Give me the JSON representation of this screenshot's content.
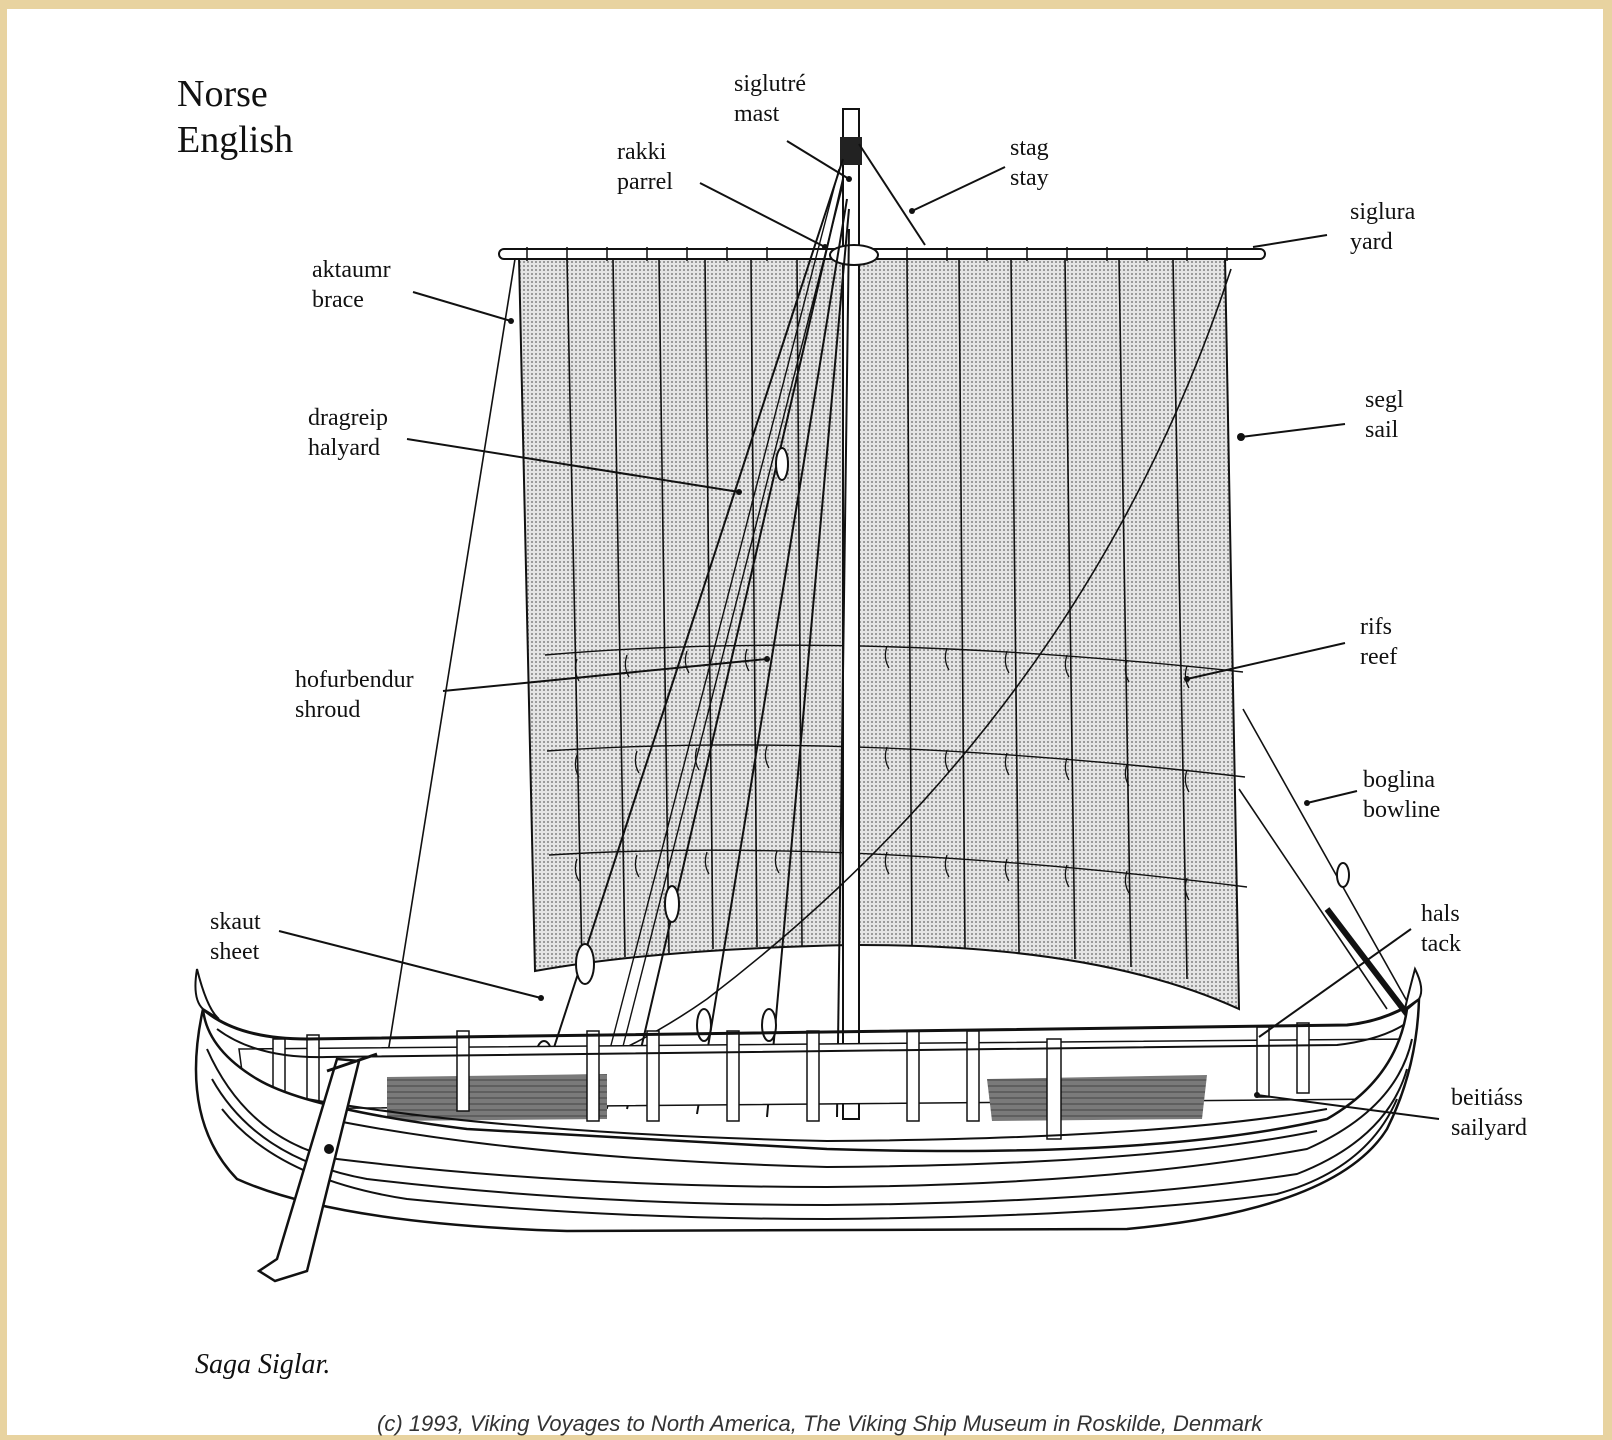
{
  "legend": {
    "norse": "Norse",
    "english": "English"
  },
  "labels": [
    {
      "id": "mast",
      "norse": "siglutré",
      "english": "mast"
    },
    {
      "id": "parrel",
      "norse": "rakki",
      "english": "parrel"
    },
    {
      "id": "stay",
      "norse": "stag",
      "english": "stay"
    },
    {
      "id": "yard",
      "norse": "siglura",
      "english": "yard"
    },
    {
      "id": "brace",
      "norse": "aktaumr",
      "english": "brace"
    },
    {
      "id": "halyard",
      "norse": "dragreip",
      "english": "halyard"
    },
    {
      "id": "sail",
      "norse": "segl",
      "english": "sail"
    },
    {
      "id": "reef",
      "norse": "rifs",
      "english": "reef"
    },
    {
      "id": "shroud",
      "norse": "hofurbendur",
      "english": "shroud"
    },
    {
      "id": "bowline",
      "norse": "boglina",
      "english": "bowline"
    },
    {
      "id": "tack",
      "norse": "hals",
      "english": "tack"
    },
    {
      "id": "sheet",
      "norse": "skaut",
      "english": "sheet"
    },
    {
      "id": "sailyard",
      "norse": "beitiáss",
      "english": "sailyard"
    }
  ],
  "caption": "Saga Siglar.",
  "credit": "(c) 1993, Viking Voyages to North America, The Viking Ship Museum in Roskilde, Denmark",
  "colors": {
    "border": "#e8d3a0",
    "sail": "#d4d4d4",
    "ink": "#111111"
  }
}
